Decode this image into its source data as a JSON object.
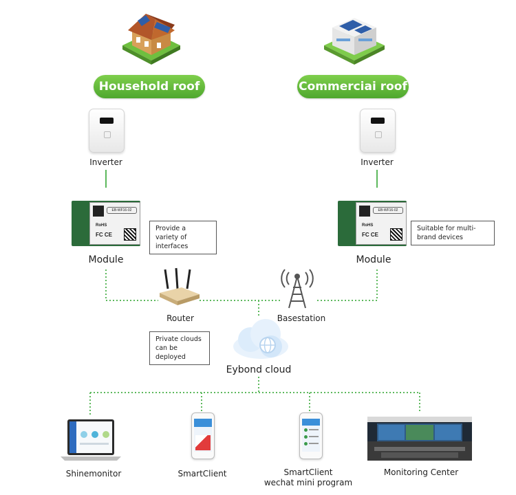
{
  "roofs": {
    "left": "Household roof",
    "right": "Commerciai roof"
  },
  "inverter_label": "Inverter",
  "module_label": "Module",
  "notes": {
    "left_module": "Provide a variety of interfaces",
    "right_module": "Suitable for multi-brand devices",
    "router": "Private clouds can be deployed"
  },
  "network": {
    "router": "Router",
    "basestation": "Basestation",
    "cloud": "Eybond cloud"
  },
  "clients": {
    "shinemonitor": "Shinemonitor",
    "smartclient": "SmartClient",
    "wechat_line1": "SmartClient",
    "wechat_line2": "wechat mini program",
    "monitoring": "Monitoring Center"
  },
  "module_text": {
    "model": "EB-WF16-02",
    "rohs": "RoHS",
    "fc": "FC CE"
  },
  "colors": {
    "accent_green": "#4ea72e",
    "line_green": "#5cb85c"
  }
}
